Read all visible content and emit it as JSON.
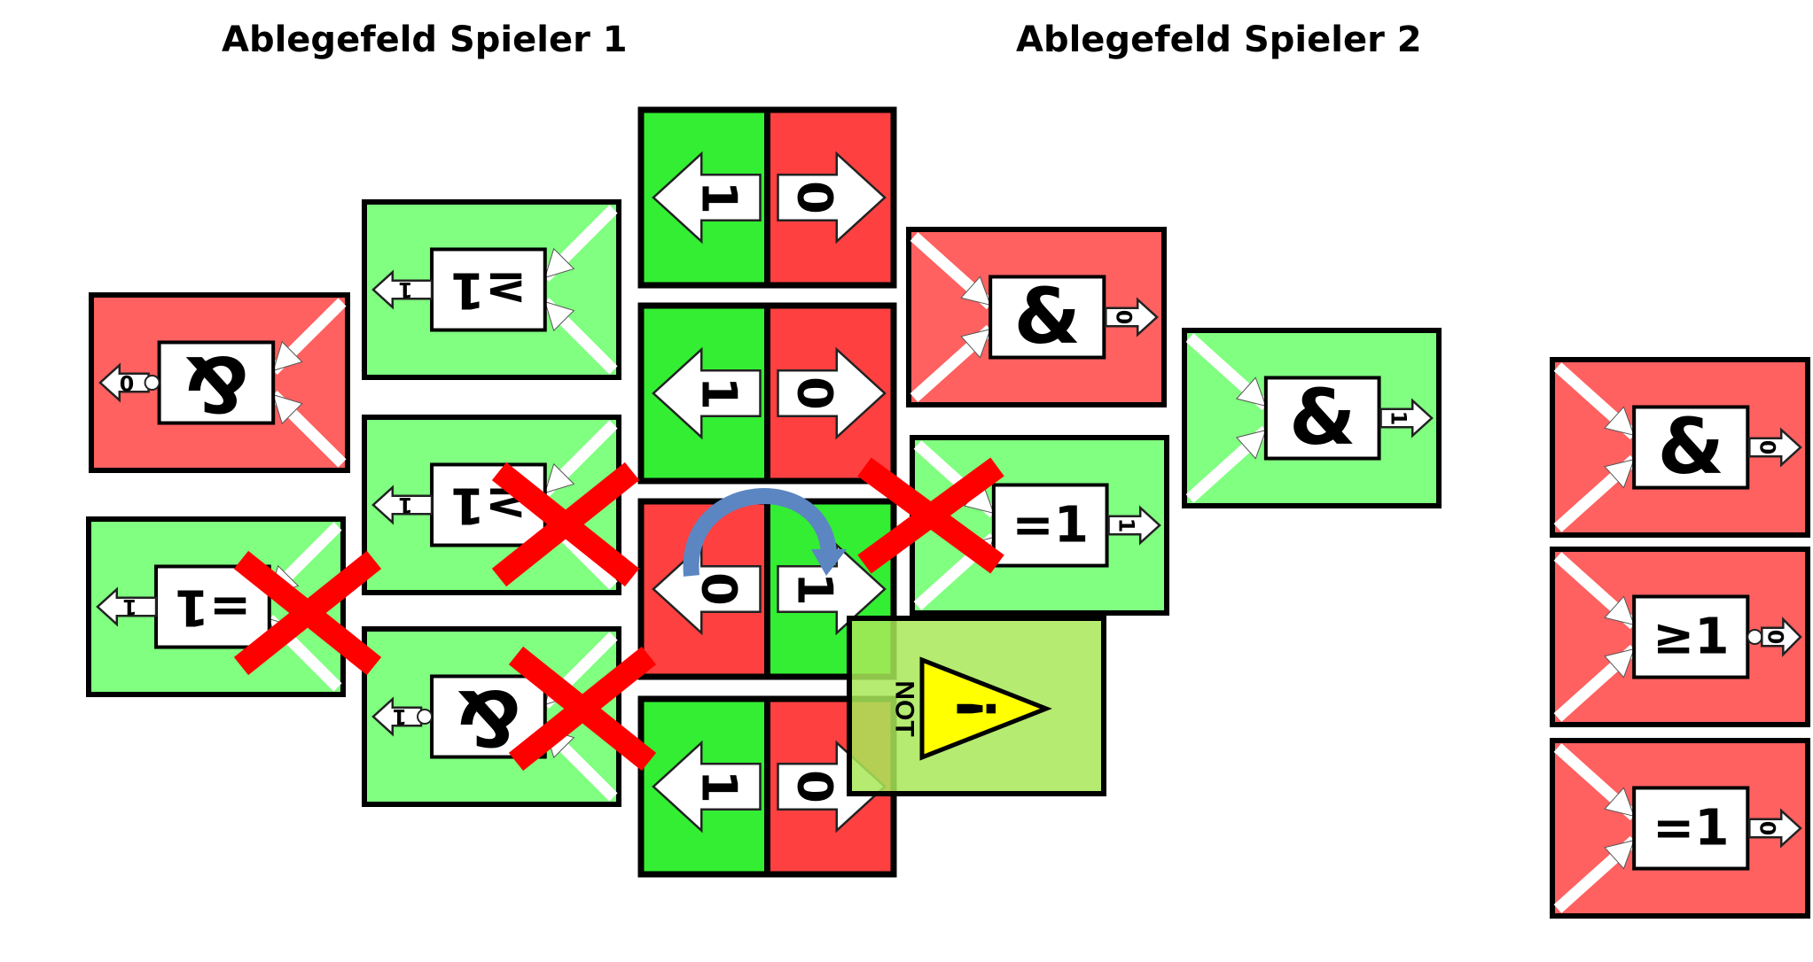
{
  "headings": {
    "player1": "Ablegefeld Spieler 1",
    "player2": "Ablegefeld Spieler 2"
  },
  "colors": {
    "red_card": "#ff6060",
    "green_card": "#80ff80",
    "input_red": "#ff4040",
    "input_green": "#33ee33",
    "not_card": "#a8e858",
    "warning_yellow": "#ffff00",
    "cross_red": "#ff0000",
    "swap_arrow": "#5b86c2"
  },
  "input_column": {
    "tiles": [
      {
        "left_value": "1",
        "right_value": "0",
        "left_color": "green",
        "right_color": "red"
      },
      {
        "left_value": "1",
        "right_value": "0",
        "left_color": "green",
        "right_color": "red"
      },
      {
        "left_value": "0",
        "right_value": "1",
        "left_color": "red",
        "right_color": "green",
        "swapped": true
      },
      {
        "left_value": "1",
        "right_value": "0",
        "left_color": "green",
        "right_color": "red"
      }
    ]
  },
  "player1_cards": [
    {
      "gate": "&",
      "output": "0",
      "color": "red",
      "inverted_output": true,
      "crossed": false
    },
    {
      "gate": "≥1",
      "output": "1",
      "color": "green",
      "inverted_output": false,
      "crossed": false
    },
    {
      "gate": "≥1",
      "output": "1",
      "color": "green",
      "inverted_output": false,
      "crossed": true
    },
    {
      "gate": "=1",
      "output": "1",
      "color": "green",
      "inverted_output": false,
      "crossed": true
    },
    {
      "gate": "&",
      "output": "1",
      "color": "green",
      "inverted_output": true,
      "crossed": true
    }
  ],
  "player2_cards": [
    {
      "gate": "&",
      "output": "0",
      "color": "red",
      "inverted_output": false,
      "crossed": false
    },
    {
      "gate": "=1",
      "output": "1",
      "color": "green",
      "inverted_output": false,
      "crossed": true
    },
    {
      "gate": "&",
      "output": "1",
      "color": "green",
      "inverted_output": false,
      "crossed": false
    }
  ],
  "side_cards": [
    {
      "gate": "&",
      "output": "0",
      "color": "red",
      "inverted_output": false
    },
    {
      "gate": "≥1",
      "output": "0",
      "color": "red",
      "inverted_output": true
    },
    {
      "gate": "=1",
      "output": "0",
      "color": "red",
      "inverted_output": false
    }
  ],
  "not_card": {
    "label": "NOT",
    "symbol": "!"
  }
}
